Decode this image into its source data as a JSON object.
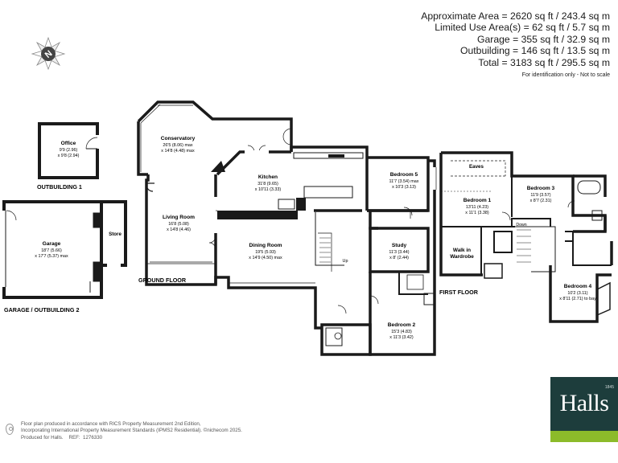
{
  "areas": {
    "approximate": "Approximate Area = 2620 sq ft / 243.4 sq m",
    "limited": "Limited Use Area(s) = 62 sq ft / 5.7 sq m",
    "garage": "Garage = 355 sq ft / 32.9 sq m",
    "outbuilding": "Outbuilding = 146 sq ft / 13.5 sq m",
    "total": "Total = 3183 sq ft / 295.5 sq m",
    "note": "For identification only - Not to scale"
  },
  "compass": {
    "letter": "N"
  },
  "sections": {
    "outbuilding1": "OUTBUILDING 1",
    "garage": "GARAGE / OUTBUILDING 2",
    "ground": "GROUND FLOOR",
    "first": "FIRST FLOOR"
  },
  "rooms": {
    "office": {
      "name": "Office",
      "dim1": "9'9 (2.96)",
      "dim2": "x 9'8 (2.94)"
    },
    "garage": {
      "name": "Garage",
      "dim1": "18'7 (5.66)",
      "dim2": "x 17'7 (5.37) max"
    },
    "store": {
      "name": "Store"
    },
    "conservatory": {
      "name": "Conservatory",
      "dim1": "26'5 (8.06) max",
      "dim2": "x 14'8 (4.48) max"
    },
    "kitchen": {
      "name": "Kitchen",
      "dim1": "31'8 (9.65)",
      "dim2": "x 10'11 (3.33)"
    },
    "living": {
      "name": "Living Room",
      "dim1": "16'8 (5.08)",
      "dim2": "x 14'8 (4.46)"
    },
    "dining": {
      "name": "Dining Room",
      "dim1": "19'5 (5.93)",
      "dim2": "x 14'9 (4.50) max"
    },
    "bedroom5": {
      "name": "Bedroom 5",
      "dim1": "11'7 (3.54) max",
      "dim2": "x 10'3 (3.13)"
    },
    "study": {
      "name": "Study",
      "dim1": "11'3 (3.44)",
      "dim2": "x 8' (2.44)"
    },
    "bedroom2": {
      "name": "Bedroom 2",
      "dim1": "15'3 (4.83)",
      "dim2": "x 11'3 (3.42)"
    },
    "bedroom1": {
      "name": "Bedroom 1",
      "dim1": "13'11 (4.23)",
      "dim2": "x 11'1 (3.38)"
    },
    "bedroom3": {
      "name": "Bedroom 3",
      "dim1": "11'9 (3.57)",
      "dim2": "x 8'7 (2.31)"
    },
    "bedroom4": {
      "name": "Bedroom 4",
      "dim1": "10'2 (3.11)",
      "dim2": "x 8'11 (2.71) to bay"
    },
    "walkin": {
      "name1": "Walk in",
      "name2": "Wardrobe"
    },
    "eaves": {
      "name": "Eaves"
    },
    "up": "Up",
    "down": "Down"
  },
  "footer": {
    "line1": "Floor plan produced in accordance with RICS Property Measurement 2nd Edition,",
    "line2": "Incorporating International Property Measurement Standards (IPMS2 Residential).  ©nichecom 2025.",
    "line3": "Produced for Halls.    REF:  1276330"
  },
  "logo": {
    "name": "Halls",
    "year": "1845",
    "color": "#1d3d3c",
    "accent": "#8cbb2a"
  },
  "colors": {
    "wall": "#1a1a1a",
    "text": "#1a1a1a"
  }
}
